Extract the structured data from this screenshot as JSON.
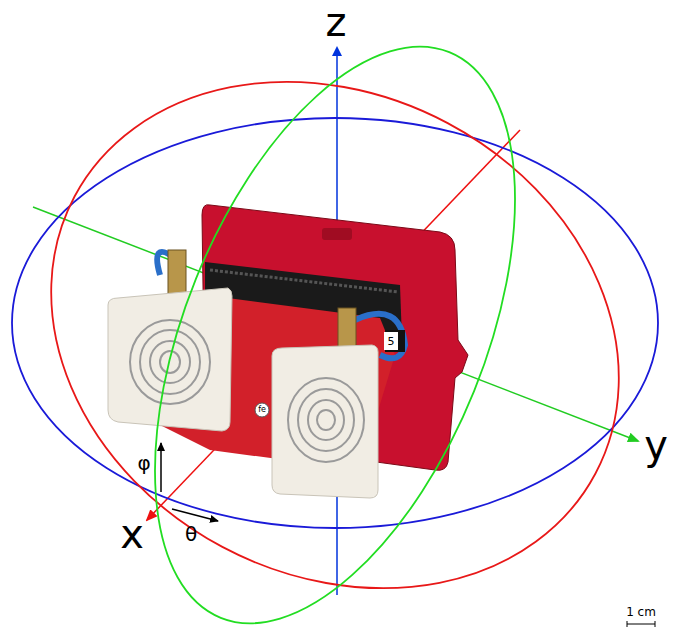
{
  "diagram": {
    "labels": [
      "z",
      "y",
      "x",
      "φ",
      "θ",
      "1 cm",
      "5",
      "fe"
    ]
  }
}
